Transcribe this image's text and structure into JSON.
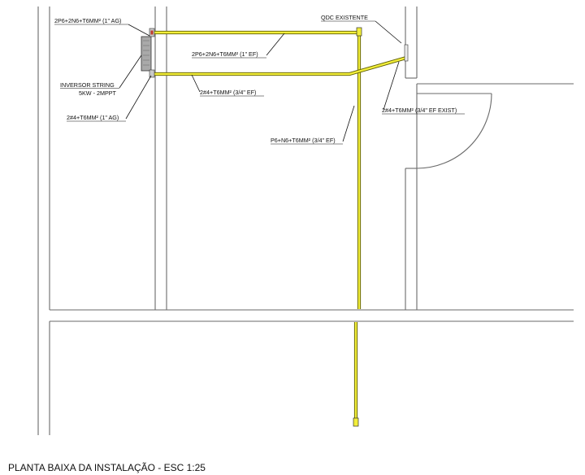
{
  "drawing": {
    "title": "PLANTA BAIXA DA INSTALAÇÃO - ESC 1:25"
  },
  "labels": {
    "feed_to_inverter": "2P6+2N6+T6MM² (1\" AG)",
    "inverter_name": "INVERSOR STRING",
    "inverter_spec": "5KW - 2MPPT",
    "string_to_inverter": "2#4+T6MM² (1\" AG)",
    "upper_run": "2P6+2N6+T6MM² (1\" EF)",
    "lower_run": "2#4+T6MM² (3/4\" EF)",
    "vertical_run": "P6+N6+T6MM² (3/4\" EF)",
    "qdc_existing": "QDC EXISTENTE",
    "qdc_feed": "2#4+T6MM² (3/4\" EF EXIST)"
  },
  "colors": {
    "conduit_fill": "#f2ee3a",
    "conduit_edge": "#5c5c00",
    "inverter_body": "#a9a9a9",
    "wall": "#6a6a6a"
  }
}
